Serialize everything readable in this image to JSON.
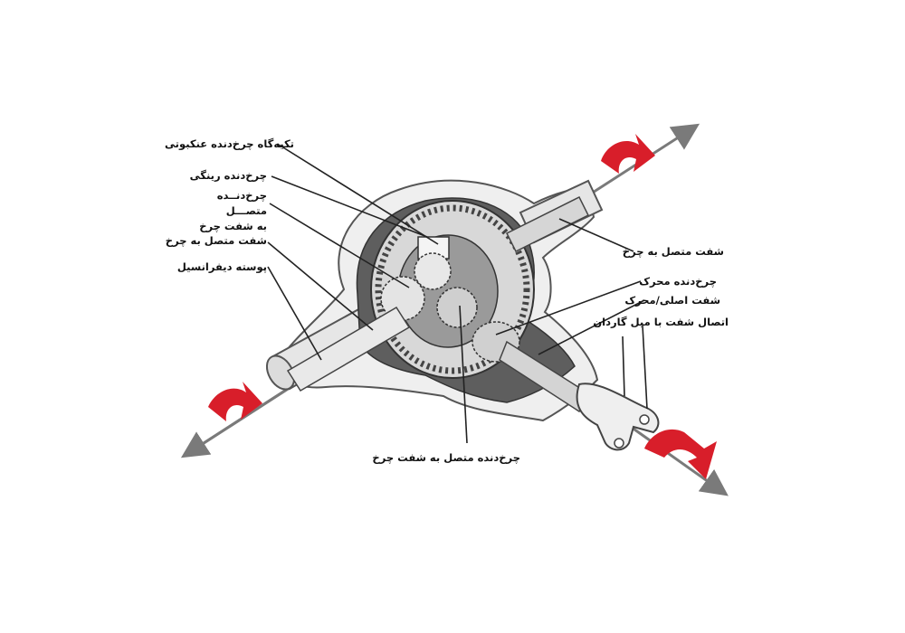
{
  "labels": {
    "spider_gear_carrier": "تکیه‌گاه چرخ‌دنده عنکبوتی",
    "ring_gear": "چرخ‌دنده رینگی",
    "side_gear_left_line1": "چرخ‌دنــده متصـــل",
    "side_gear_left_line2": "به شفت چرخ",
    "axle_shaft_left": "شفت متصل به چرخ",
    "differential_housing": "پوسته دیفرانسیل",
    "axle_shaft_right": "شفت متصل به چرخ",
    "pinion_gear": "چرخ‌دنده محرک",
    "drive_shaft": "شفت اصلی/محرک",
    "driveshaft_joint": "اتصال شفت با میل گاردان",
    "side_gear_bottom": "چرخ‌دنده متصل به شفت چرخ"
  },
  "colors": {
    "rotation_arrow": "#d81e2a",
    "axis_arrow": "#7a7a7a",
    "housing_fill": "#efefef",
    "housing_stroke": "#555555",
    "interior_dark": "#5e5e5e",
    "leader_line": "#222222"
  }
}
